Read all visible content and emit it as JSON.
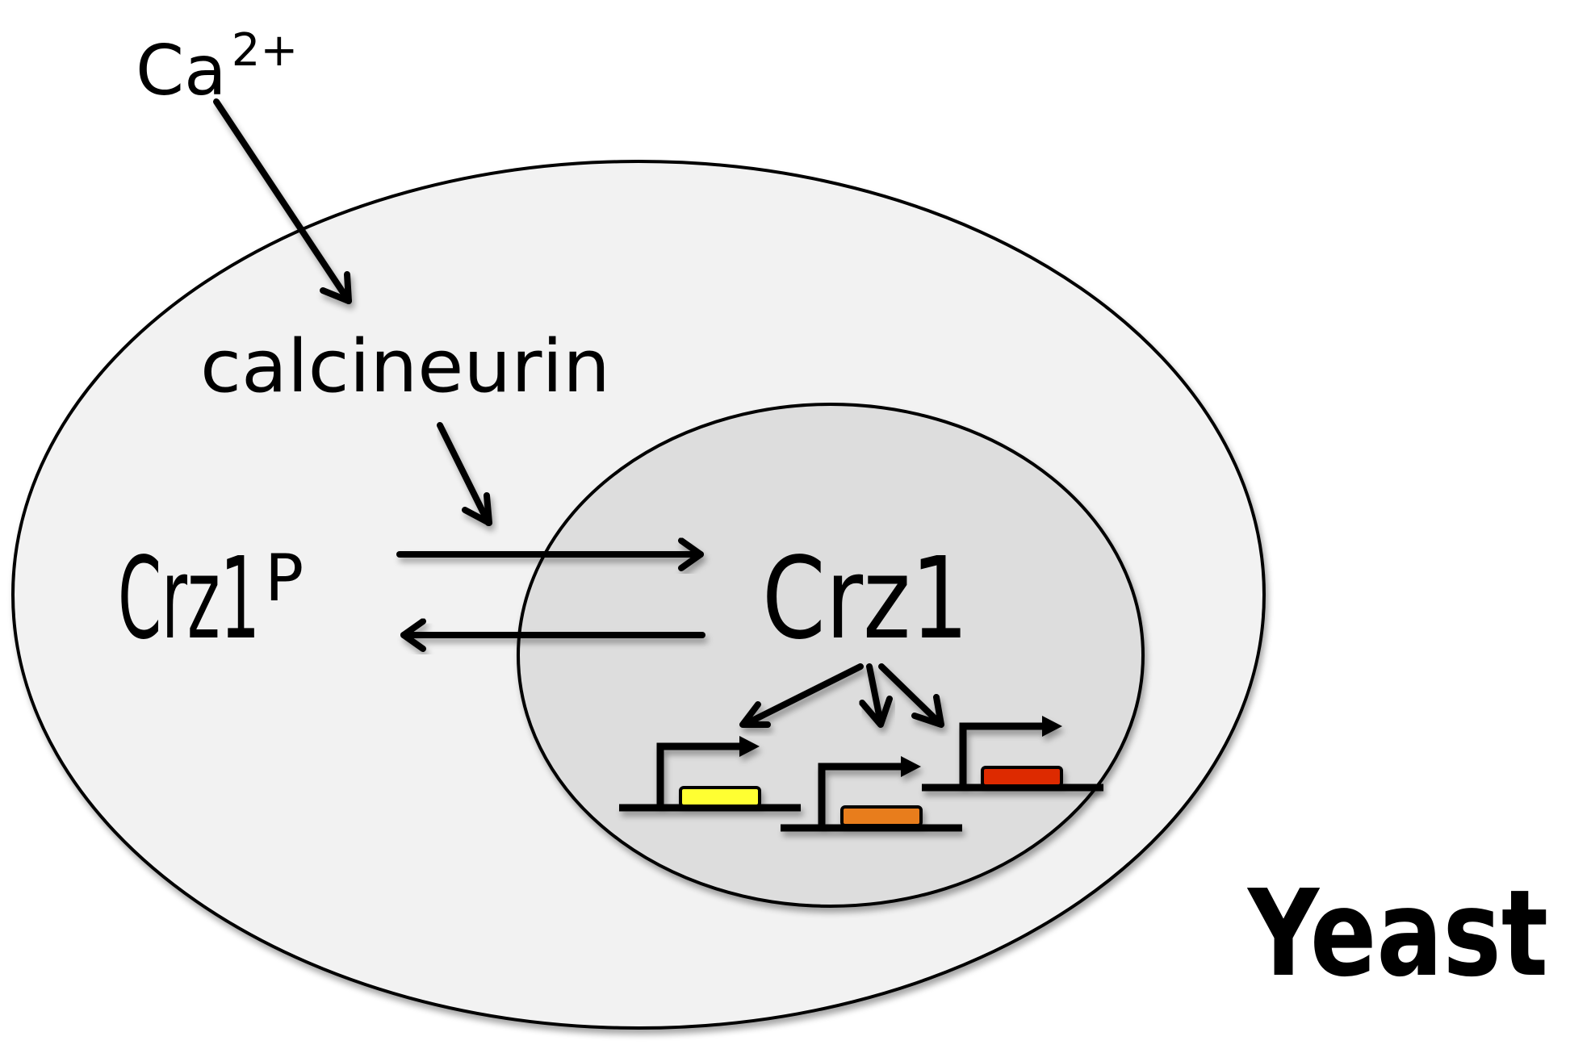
{
  "diagram": {
    "title": "Yeast",
    "labels": {
      "ion": "Ca",
      "ion_charge": "2+",
      "enzyme": "calcineurin",
      "phospho_factor": "Crz1",
      "phospho_mark": "P",
      "factor": "Crz1"
    },
    "compartments": [
      {
        "name": "cell",
        "fill": "#f2f2f2"
      },
      {
        "name": "nucleus",
        "fill": "#dddddd"
      }
    ],
    "target_genes": [
      {
        "name": "gene-1",
        "color": "#ffff33"
      },
      {
        "name": "gene-2",
        "color": "#e87d1e"
      },
      {
        "name": "gene-3",
        "color": "#dd2a00"
      }
    ],
    "edges": [
      {
        "from": "Ca2+",
        "to": "calcineurin",
        "type": "activates"
      },
      {
        "from": "calcineurin",
        "to": "Crz1 dephosphorylation",
        "type": "activates"
      },
      {
        "from": "Crz1P",
        "to": "Crz1",
        "type": "nuclear import / dephosphorylation"
      },
      {
        "from": "Crz1",
        "to": "Crz1P",
        "type": "nuclear export / phosphorylation"
      },
      {
        "from": "Crz1",
        "to": "gene-1",
        "type": "activates"
      },
      {
        "from": "Crz1",
        "to": "gene-2",
        "type": "activates"
      },
      {
        "from": "Crz1",
        "to": "gene-3",
        "type": "activates"
      }
    ]
  }
}
